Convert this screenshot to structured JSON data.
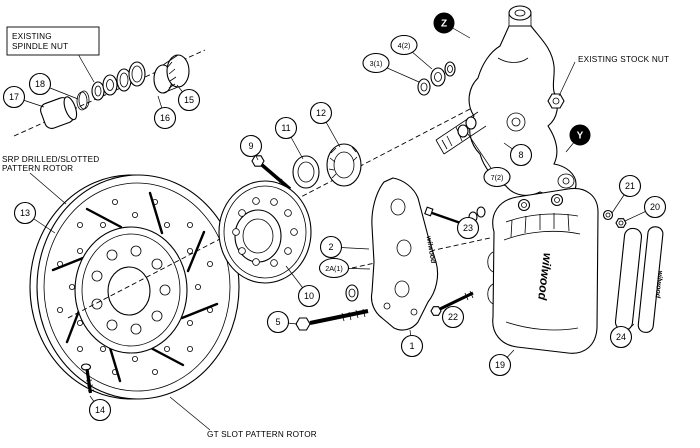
{
  "diagram": {
    "background": "#ffffff",
    "line_color": "#000000",
    "labels": {
      "existing_spindle_nut": [
        "EXISTING",
        "SPINDLE NUT"
      ],
      "existing_stock_nut": "EXISTING STOCK NUT",
      "srp_rotor": [
        "SRP DRILLED/SLOTTED",
        "PATTERN ROTOR"
      ],
      "gt_rotor": "GT SLOT PATTERN ROTOR"
    },
    "brand_marks": {
      "caliper": "wilwood",
      "pad": "wilwood",
      "bracket": "wilwood"
    },
    "callouts": [
      {
        "label": "1"
      },
      {
        "label": "2"
      },
      {
        "label": "2A(1)"
      },
      {
        "label": "3(1)"
      },
      {
        "label": "4(2)"
      },
      {
        "label": "5"
      },
      {
        "label": "7(2)"
      },
      {
        "label": "8"
      },
      {
        "label": "9"
      },
      {
        "label": "10"
      },
      {
        "label": "11"
      },
      {
        "label": "12"
      },
      {
        "label": "13"
      },
      {
        "label": "14"
      },
      {
        "label": "15"
      },
      {
        "label": "16"
      },
      {
        "label": "17"
      },
      {
        "label": "18"
      },
      {
        "label": "19"
      },
      {
        "label": "20"
      },
      {
        "label": "21"
      },
      {
        "label": "22"
      },
      {
        "label": "23"
      },
      {
        "label": "24"
      }
    ],
    "markers": [
      {
        "label": "Z"
      },
      {
        "label": "Y"
      }
    ]
  }
}
